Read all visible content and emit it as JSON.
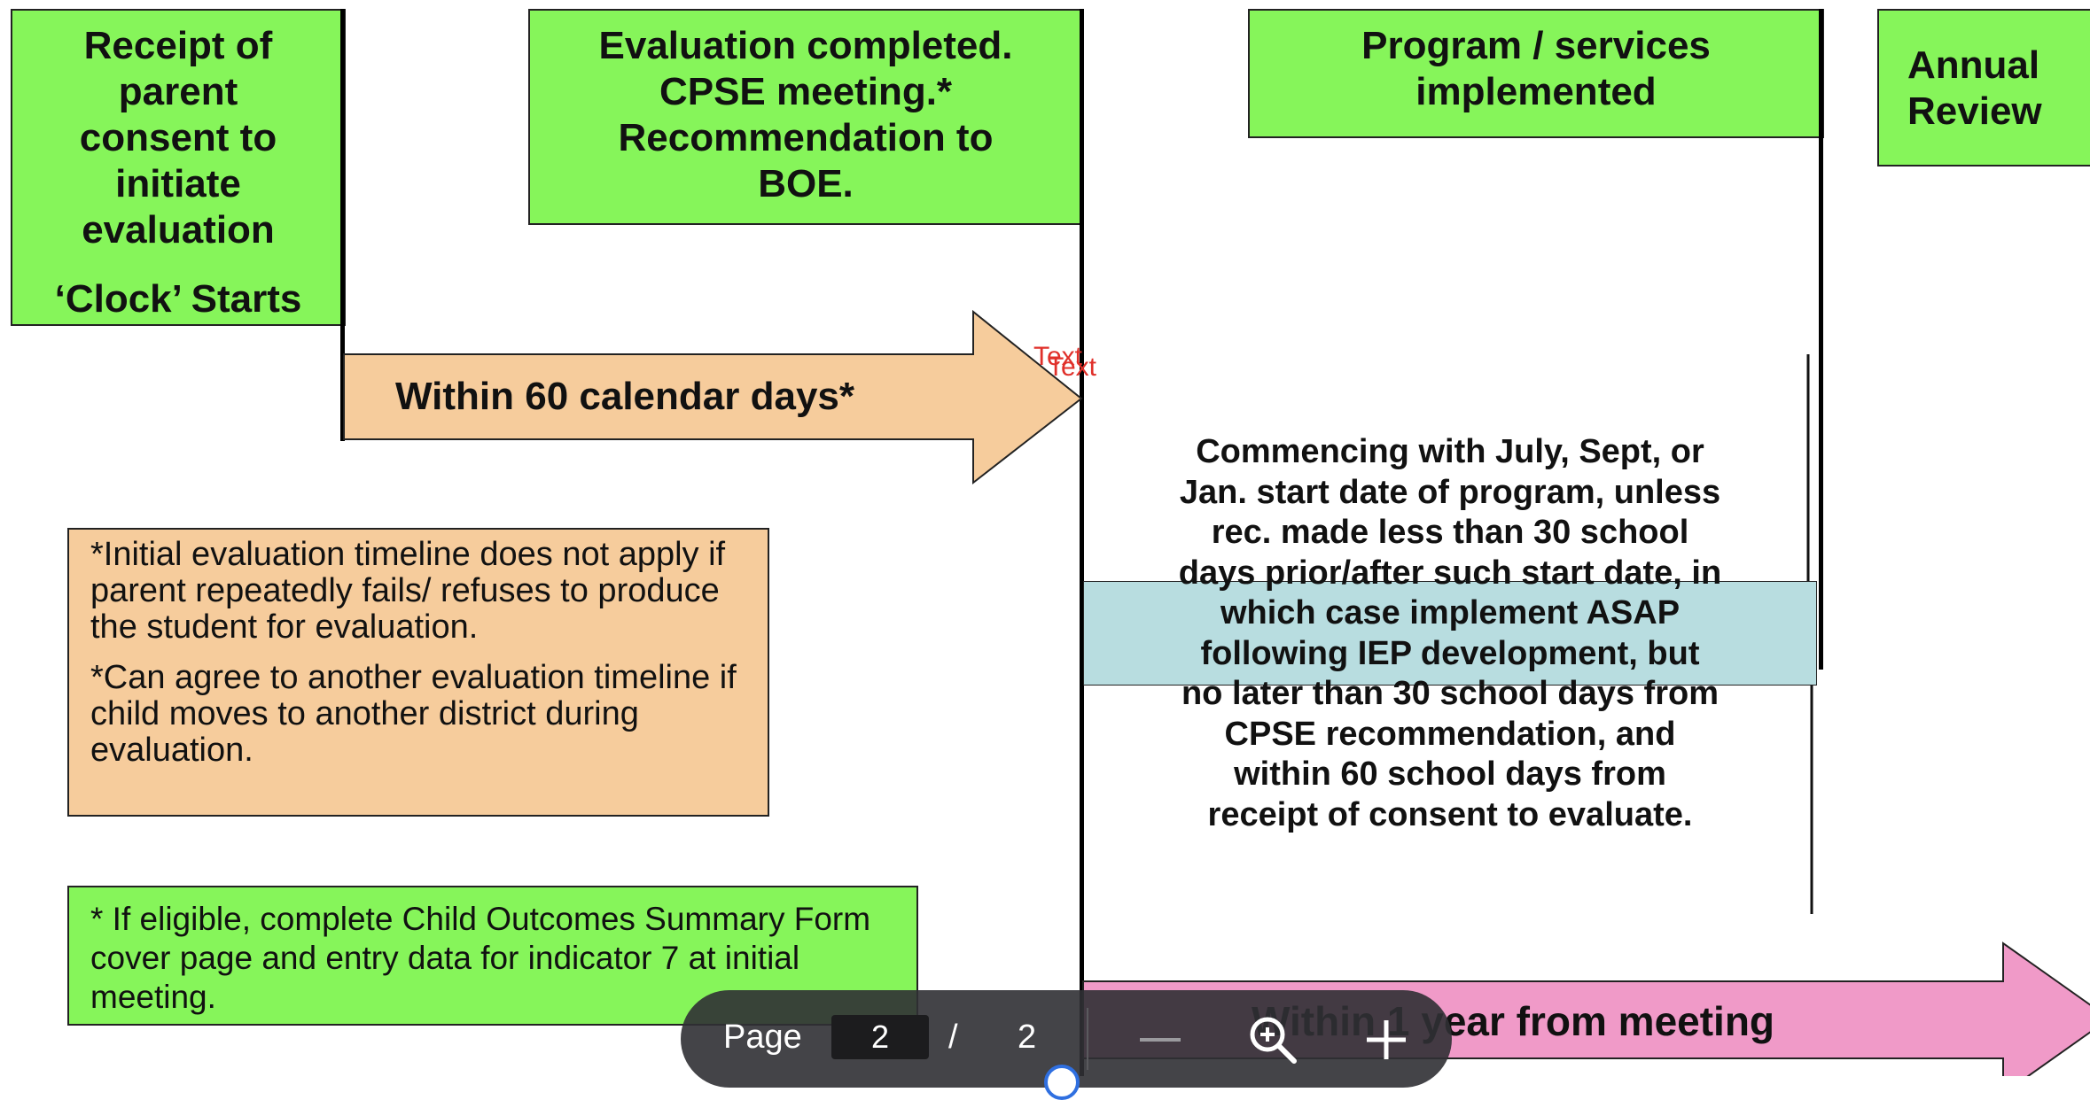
{
  "header": {
    "box1_lines": [
      "Receipt of",
      "parent",
      "consent to",
      "initiate",
      "evaluation"
    ],
    "box1_clock": "‘Clock’ Starts",
    "box2_lines": [
      "Evaluation completed.",
      "CPSE meeting.*",
      "Recommendation to",
      "BOE."
    ],
    "box3_lines": [
      "Program / services",
      "implemented"
    ],
    "box4_lines": [
      "Annual",
      "Review"
    ]
  },
  "arrows": {
    "first": "Within 60 calendar days*",
    "second": "Within 1 year from meeting"
  },
  "annotation": {
    "overlap_a": "Text",
    "overlap_b": "Text"
  },
  "notes": {
    "peach_1": "*Initial evaluation timeline does not apply if parent repeatedly fails/ refuses to produce the student for evaluation.",
    "peach_2": "*Can agree to another evaluation timeline if child moves to another district during evaluation.",
    "green": "* If eligible, complete Child Outcomes Summary Form cover page and entry data for indicator 7 at initial meeting."
  },
  "center_text_lines": [
    "Commencing with July, Sept, or",
    "Jan. start date of program, unless",
    "rec. made less than 30 school",
    "days prior/after such start date, in",
    "which case implement ASAP",
    "following IEP development, but",
    "no later than 30 school days from",
    "CPSE recommendation, and",
    "within 60 school days from",
    "receipt of consent to evaluate."
  ],
  "toolbar": {
    "page_label": "Page",
    "current_page": "2",
    "separator": "/",
    "total_pages": "2",
    "zoom_out_icon": "minus-icon",
    "zoom_icon": "magnifier-plus-icon",
    "zoom_in_icon": "plus-icon"
  },
  "colors": {
    "green": "#86f55a",
    "peach": "#f6cc9c",
    "pink": "#f09ac8",
    "light_blue": "#b8dde0",
    "annotation_red": "#e0302a"
  }
}
